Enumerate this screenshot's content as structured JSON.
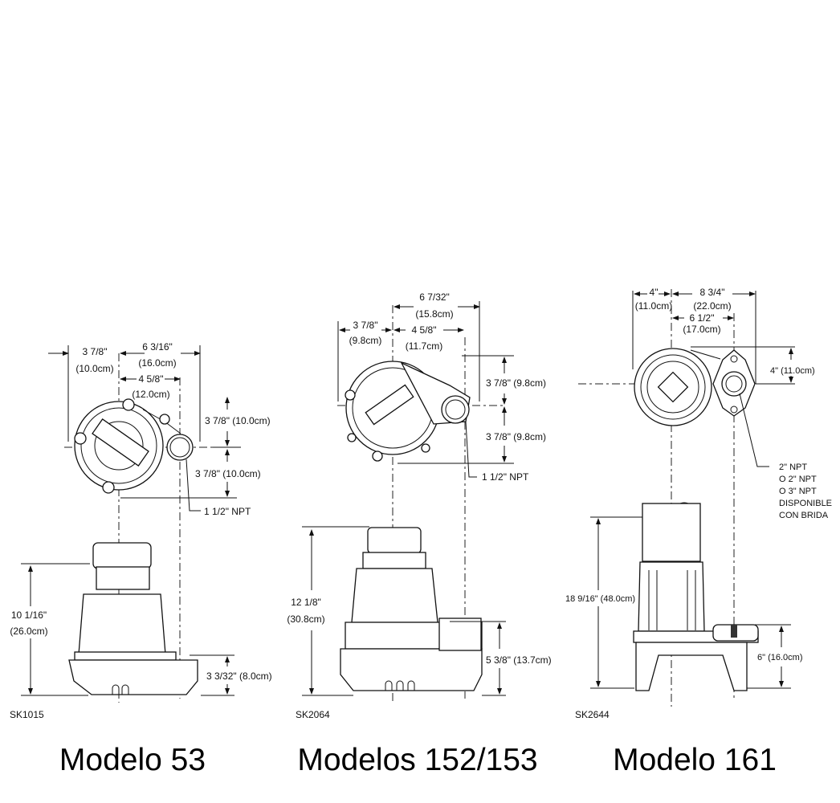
{
  "models": [
    {
      "title": "Modelo 53",
      "sketch_id": "SK1015",
      "dims": {
        "left_width_in": "3 7/8\"",
        "left_width_cm": "(10.0cm)",
        "overall_width_in": "6 3/16\"",
        "overall_width_cm": "(16.0cm)",
        "discharge_offset_in": "4 5/8\"",
        "discharge_offset_cm": "(12.0cm)",
        "upper_depth": "3 7/8\" (10.0cm)",
        "lower_depth": "3 7/8\" (10.0cm)",
        "discharge": "1 1/2\" NPT",
        "height_in": "10 1/16\"",
        "height_cm": "(26.0cm)",
        "discharge_height": "3 3/32\" (8.0cm)"
      }
    },
    {
      "title": "Modelos 152/153",
      "sketch_id": "SK2064",
      "dims": {
        "overall_width_in": "6 7/32\"",
        "overall_width_cm": "(15.8cm)",
        "left_width_in": "3 7/8\"",
        "left_width_cm": "(9.8cm)",
        "discharge_offset_in": "4 5/8\"",
        "discharge_offset_cm": "(11.7cm)",
        "upper_depth": "3 7/8\" (9.8cm)",
        "lower_depth": "3 7/8\" (9.8cm)",
        "discharge": "1 1/2\" NPT",
        "height_in": "12 1/8\"",
        "height_cm": "(30.8cm)",
        "discharge_height": "5 3/8\" (13.7cm)"
      }
    },
    {
      "title": "Modelo 161",
      "sketch_id": "SK2644",
      "dims": {
        "left_width_in": "4\"",
        "left_width_cm": "(11.0cm)",
        "overall_width_in": "8 3/4\"",
        "overall_width_cm": "(22.0cm)",
        "discharge_offset_in": "6 1/2\"",
        "discharge_offset_cm": "(17.0cm)",
        "upper_depth": "4\" (11.0cm)",
        "discharge_lines": [
          "2\" NPT",
          "O 2\" NPT",
          "O 3\" NPT",
          "DISPONIBLE",
          "CON BRIDA"
        ],
        "height": "18 9/16\" (48.0cm)",
        "discharge_height": "6\" (16.0cm)"
      }
    }
  ]
}
